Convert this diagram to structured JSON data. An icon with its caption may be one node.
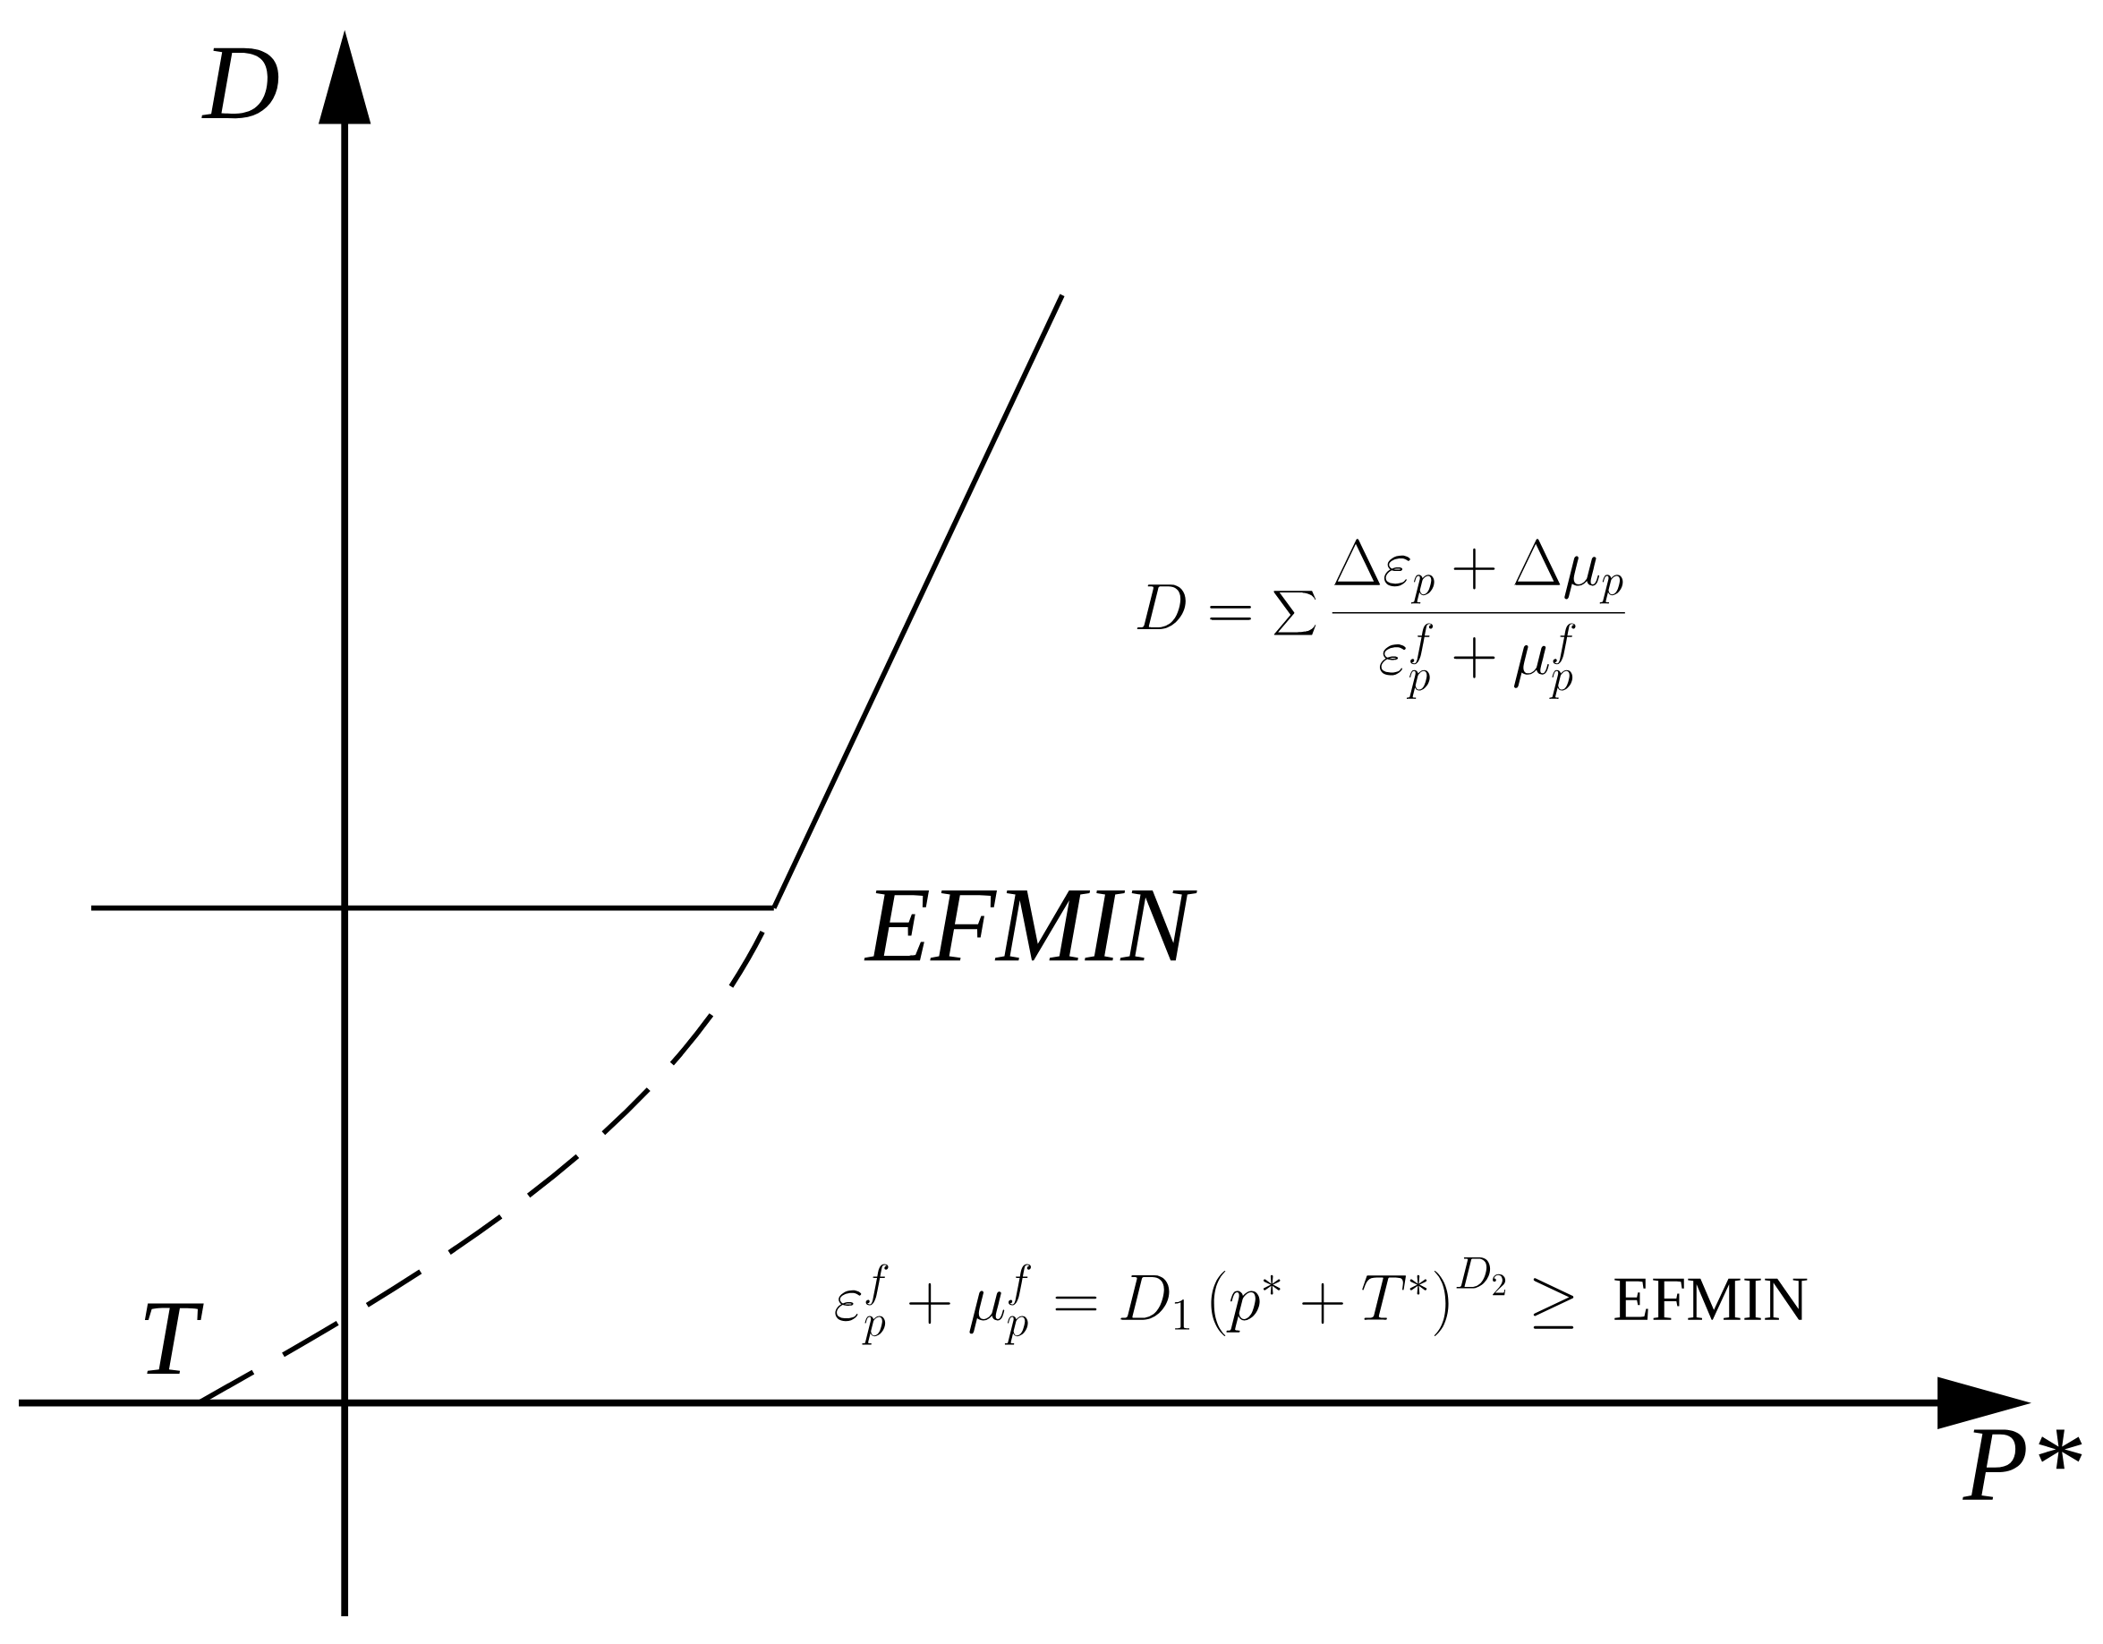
{
  "diagram": {
    "labels": [
      "D",
      "P*",
      "T",
      "EFMIN",
      "D = \\sum \\frac{\\Delta\\varepsilon_p + \\Delta\\mu_p}{\\varepsilon_p^f + \\mu_p^f}",
      "\\varepsilon_p^f + \\mu_p^f = D_1\\left(p^* + T^*\\right)^{D_2} \\geq \\ \\mathrm{EFMIN}"
    ]
  }
}
